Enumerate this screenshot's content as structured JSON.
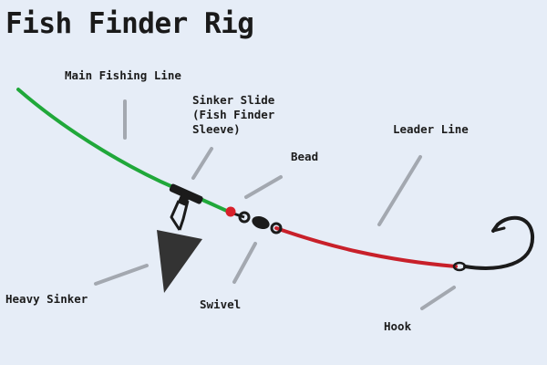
{
  "title": "Fish Finder Rig",
  "labels": {
    "main_line": "Main Fishing Line",
    "sinker_slide": "Sinker Slide\n(Fish Finder\nSleeve)",
    "bead": "Bead",
    "leader_line": "Leader Line",
    "heavy_sinker": "Heavy Sinker",
    "swivel": "Swivel",
    "hook": "Hook"
  },
  "colors": {
    "background": "#e6edf7",
    "main_line": "#20a83a",
    "leader_line": "#c8202a",
    "bead": "#d8202a",
    "pointer": "#a3a8b0",
    "hardware": "#1b1b1b",
    "sinker": "#333333"
  }
}
